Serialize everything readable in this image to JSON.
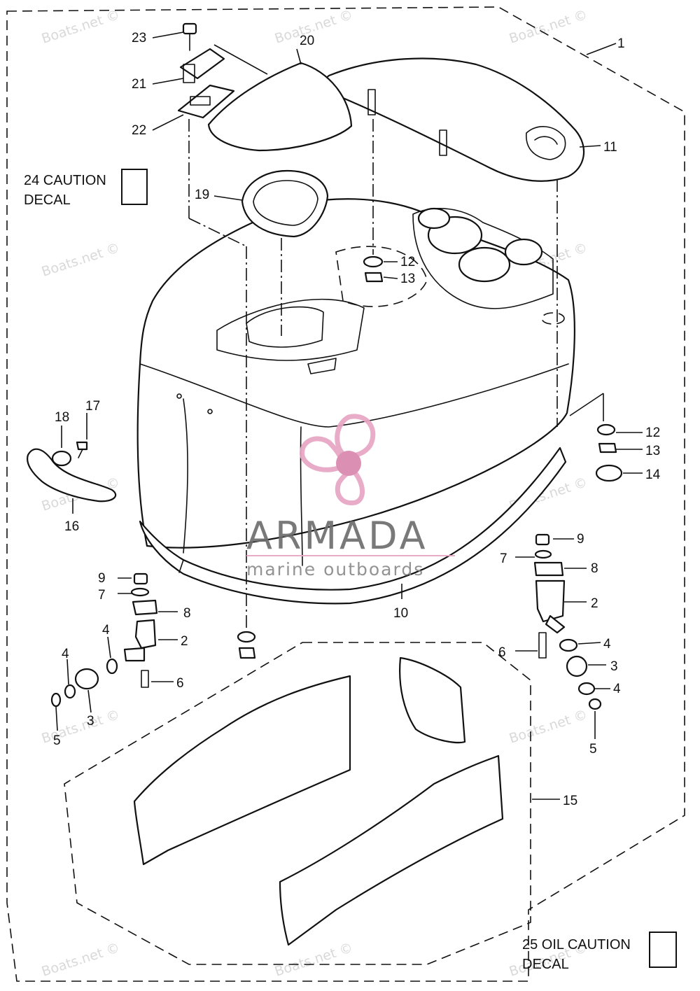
{
  "watermark": {
    "text": "Boats.net ©",
    "color": "#d9d9d9"
  },
  "callouts": {
    "c1": "1",
    "c2l": "2",
    "c2r": "2",
    "c3l": "3",
    "c3r": "3",
    "c4a": "4",
    "c4b": "4",
    "c4c": "4",
    "c4d": "4",
    "c5l": "5",
    "c5r": "5",
    "c6l": "6",
    "c6r": "6",
    "c7l": "7",
    "c7r": "7",
    "c8l": "8",
    "c8r": "8",
    "c9l": "9",
    "c9r": "9",
    "c10": "10",
    "c11": "11",
    "c12a": "12",
    "c12b": "12",
    "c13a": "13",
    "c13b": "13",
    "c14": "14",
    "c15": "15",
    "c16": "16",
    "c17": "17",
    "c18": "18",
    "c19": "19",
    "c20": "20",
    "c21": "21",
    "c22": "22",
    "c23": "23"
  },
  "decals": {
    "caution_line1": "24 CAUTION",
    "caution_line2": "DECAL",
    "oil_line1": "25 OIL CAUTION",
    "oil_line2": "DECAL"
  },
  "brand": {
    "name": "ARMADA",
    "tagline": "marine outboards",
    "accent_color": "#e8a6c4",
    "accent_dark": "#d886ad",
    "text_color": "#6e6e6e"
  }
}
